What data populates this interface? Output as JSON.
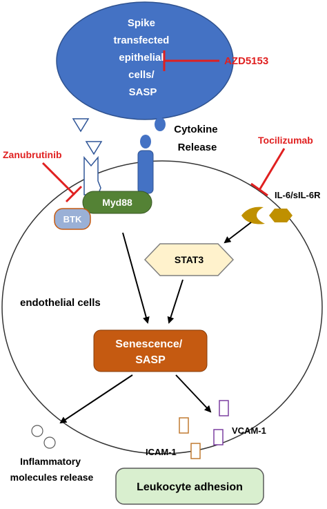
{
  "spike_cell": {
    "lines": [
      "Spike",
      "transfected",
      "epithelial",
      "cells/",
      "SASP"
    ]
  },
  "drugs": {
    "azd": "AZD5153",
    "zanubrutinib": "Zanubrutinib",
    "tocilizumab": "Tocilizumab"
  },
  "cytokine": {
    "lines": [
      "Cytokine",
      "Release"
    ]
  },
  "receptor": {
    "il6": "IL-6/sIL-6R"
  },
  "proteins": {
    "myd88": "Myd88",
    "btk": "BTK",
    "stat3": "STAT3"
  },
  "endothelial": "endothelial cells",
  "senescence": {
    "lines": [
      "Senescence/",
      "SASP"
    ]
  },
  "inflammatory": {
    "lines": [
      "Inflammatory",
      "molecules release"
    ]
  },
  "icam": "ICAM-1",
  "vcam": "VCAM-1",
  "leukocyte": "Leukocyte adhesion",
  "colors": {
    "spike_fill": "#4472c4",
    "inhibit": "#e02020",
    "myd88": "#548235",
    "btk": "#9ab0d6",
    "senescence": "#c55a11",
    "stat3_fill": "#fff2cc",
    "receptor": "#bf9000",
    "leukocyte": "#d9efcf",
    "icam": "#c07a30",
    "vcam": "#7b3fa0"
  }
}
